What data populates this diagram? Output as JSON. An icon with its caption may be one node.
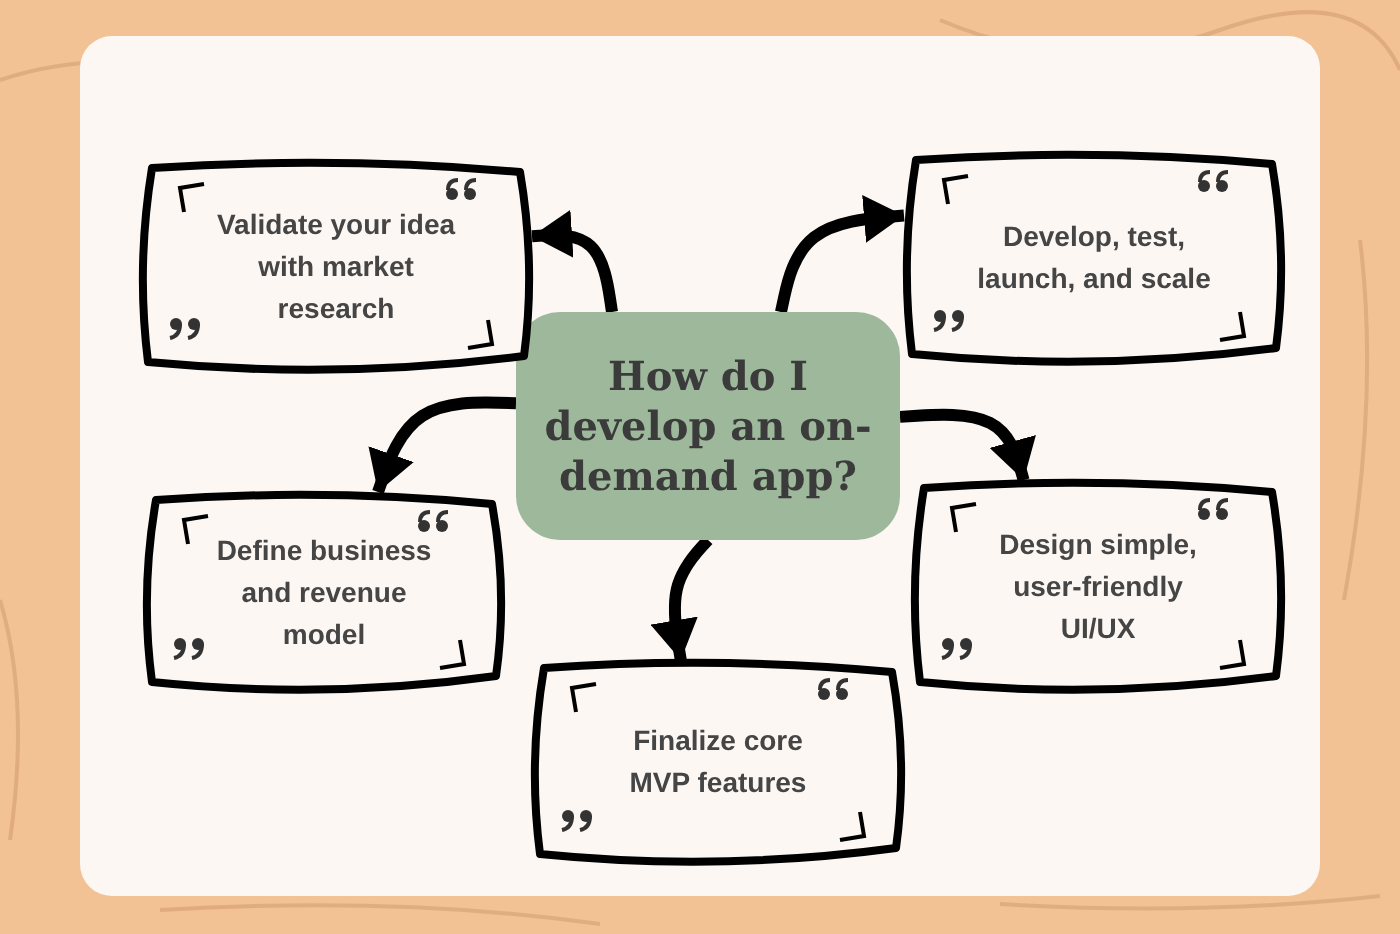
{
  "diagram": {
    "nodes": [
      {
        "text": [
          "How do I develop an on-demand app?"
        ]
      },
      {
        "text": [
          "Validate your idea with market research"
        ]
      },
      {
        "text": [
          "Develop, test, launch, and scale"
        ]
      },
      {
        "text": [
          "Define business and revenue model"
        ]
      },
      {
        "text": [
          "Design simple, user-friendly UI/UX"
        ]
      },
      {
        "text": [
          "Finalize core MVP features"
        ]
      }
    ],
    "edges": [
      {
        "from": 0,
        "to": 1,
        "arrow": "to"
      },
      {
        "from": 0,
        "to": 2,
        "arrow": "to"
      },
      {
        "from": 0,
        "to": 3,
        "arrow": "to"
      },
      {
        "from": 0,
        "to": 4,
        "arrow": "to"
      },
      {
        "from": 0,
        "to": 5,
        "arrow": "to"
      }
    ]
  }
}
